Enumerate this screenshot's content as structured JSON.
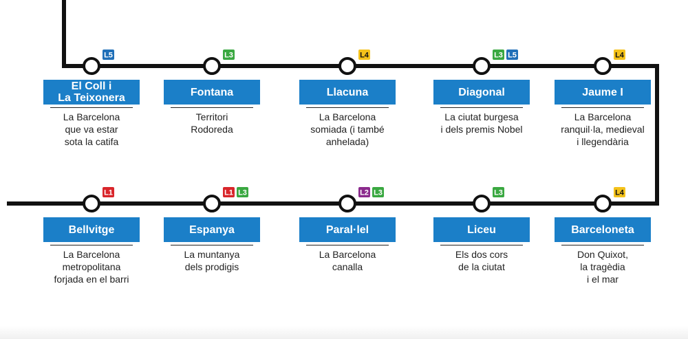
{
  "colors": {
    "track": "#111111",
    "station_box": "#1b7fc8",
    "L1": "#d9262b",
    "L2": "#8b2b8d",
    "L3": "#3aa841",
    "L4": "#f4c21b",
    "L5": "#1f6fb8"
  },
  "stations": [
    {
      "name": "El Coll i\nLa Teixonera",
      "lines": [
        "L5"
      ],
      "description": "La Barcelona\nque va estar\nsota la catifa"
    },
    {
      "name": "Fontana",
      "lines": [
        "L3"
      ],
      "description": "Territori\nRodoreda"
    },
    {
      "name": "Llacuna",
      "lines": [
        "L4"
      ],
      "description": "La Barcelona\nsomiada (i també\nanhelada)"
    },
    {
      "name": "Diagonal",
      "lines": [
        "L3",
        "L5"
      ],
      "description": "La ciutat burgesa\ni dels premis Nobel"
    },
    {
      "name": "Jaume I",
      "lines": [
        "L4"
      ],
      "description": "La Barcelona\nranquil·la, medieval\ni llegendària"
    },
    {
      "name": "Bellvitge",
      "lines": [
        "L1"
      ],
      "description": "La Barcelona\nmetropolitana\nforjada en el barri"
    },
    {
      "name": "Espanya",
      "lines": [
        "L1",
        "L3"
      ],
      "description": "La muntanya\ndels prodigis"
    },
    {
      "name": "Paral·lel",
      "lines": [
        "L2",
        "L3"
      ],
      "description": "La Barcelona\ncanalla"
    },
    {
      "name": "Liceu",
      "lines": [
        "L3"
      ],
      "description": "Els dos cors\nde la ciutat"
    },
    {
      "name": "Barceloneta",
      "lines": [
        "L4"
      ],
      "description": "Don Quixot,\nla tragèdia\ni el mar"
    }
  ]
}
